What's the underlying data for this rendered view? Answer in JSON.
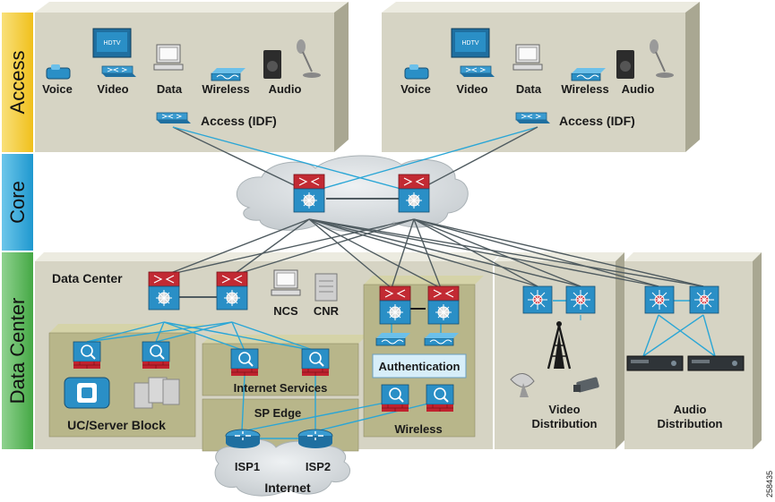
{
  "bands": {
    "access": "Access",
    "core": "Core",
    "data_center": "Data Center"
  },
  "access_left": {
    "devices": [
      "Voice",
      "Video",
      "Data",
      "Wireless",
      "Audio"
    ],
    "hdtv": "HDTV",
    "switch": "Access (IDF)"
  },
  "access_right": {
    "devices": [
      "Voice",
      "Video",
      "Data",
      "Wireless",
      "Audio"
    ],
    "hdtv": "HDTV",
    "switch": "Access (IDF)"
  },
  "data_center": {
    "title": "Data Center",
    "ncs": "NCS",
    "cnr": "CNR",
    "uc_block": "UC/Server Block",
    "internet_services": "Internet Services",
    "sp_edge": "SP Edge",
    "authentication": "Authentication",
    "wireless": "Wireless",
    "video_distribution": [
      "Video",
      "Distribution"
    ],
    "audio_distribution": [
      "Audio",
      "Distribution"
    ],
    "isp1": "ISP1",
    "isp2": "ISP2",
    "internet": "Internet"
  },
  "figure_id": "258435",
  "colors": {
    "access_band": "#f6d12c",
    "core_band": "#2ba9dc",
    "dc_band": "#5cb85c",
    "panel": "#d6d4c4",
    "subpanel": "#b8b68a",
    "switch_blue": "#2a8fc6",
    "router_red": "#c0222e",
    "link_blue": "#2aa6d6",
    "link_gray": "#4f5b60"
  }
}
